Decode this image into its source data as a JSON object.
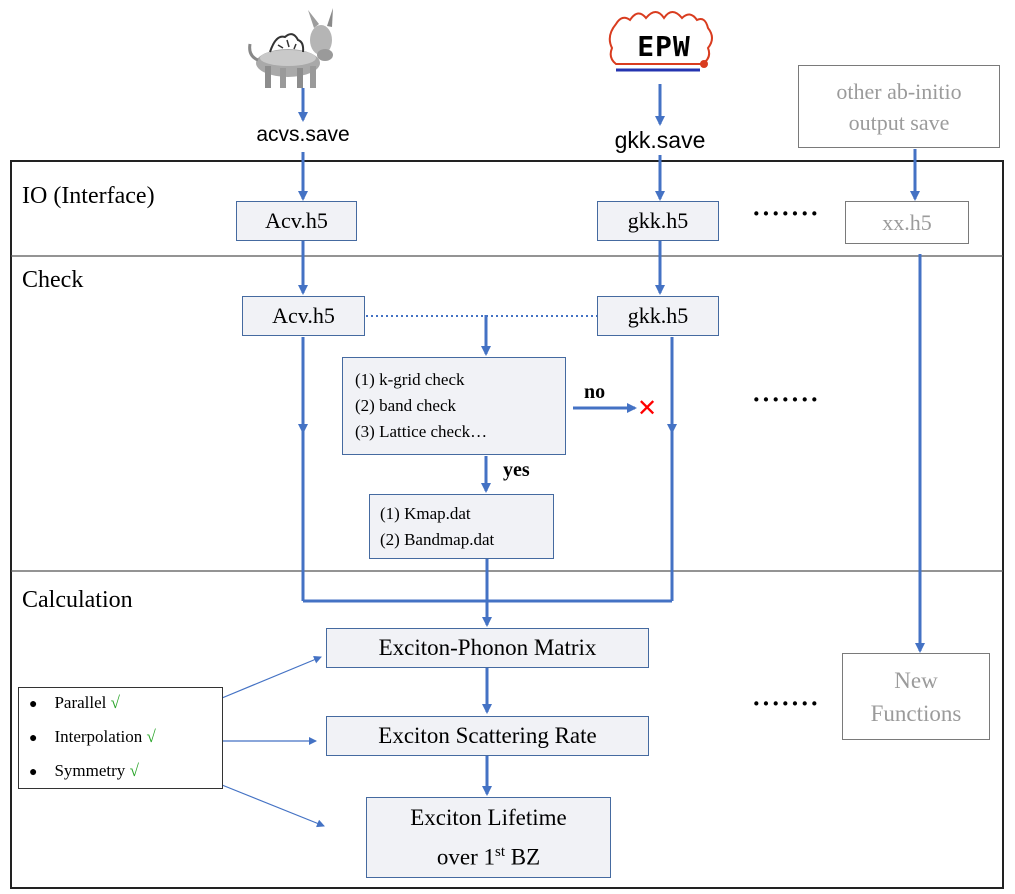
{
  "sources": {
    "acvs_label": "acvs.save",
    "gkk_label": "gkk.save",
    "epw_logo_text": "EPW",
    "other_label": "other ab-initio output save"
  },
  "sections": {
    "io": "IO (Interface)",
    "check": "Check",
    "calculation": "Calculation"
  },
  "io": {
    "acv_file": "Acv.h5",
    "gkk_file": "gkk.h5",
    "ellipsis": "·······",
    "xx_file": "xx.h5"
  },
  "check": {
    "acv_file": "Acv.h5",
    "gkk_file": "gkk.h5",
    "checks": [
      "(1)   k-grid check",
      "(2)   band check",
      "(3)   Lattice check…"
    ],
    "no_label": "no",
    "fail_mark": "✕",
    "yes_label": "yes",
    "ellipsis": "·······",
    "maps": [
      "(1) Kmap.dat",
      "(2) Bandmap.dat"
    ]
  },
  "calculation": {
    "features": [
      {
        "bullet": "●",
        "label": "Parallel",
        "check": "√"
      },
      {
        "bullet": "●",
        "label": "Interpolation",
        "check": "√"
      },
      {
        "bullet": "●",
        "label": "Symmetry",
        "check": "√"
      }
    ],
    "matrix": "Exciton-Phonon Matrix",
    "rate": "Exciton Scattering Rate",
    "lifetime_line1": "Exciton Lifetime",
    "lifetime_line2_pre": "over 1",
    "lifetime_sup": "st",
    "lifetime_line2_post": " BZ",
    "ellipsis": "·······",
    "new_functions": "New Functions"
  },
  "colors": {
    "arrow": "#4472c4",
    "box_fill": "#f1f2f6",
    "box_border": "#456aa0",
    "ghost_text": "#9b9b9b",
    "fail": "#ff0000",
    "check": "#2aa52a"
  }
}
